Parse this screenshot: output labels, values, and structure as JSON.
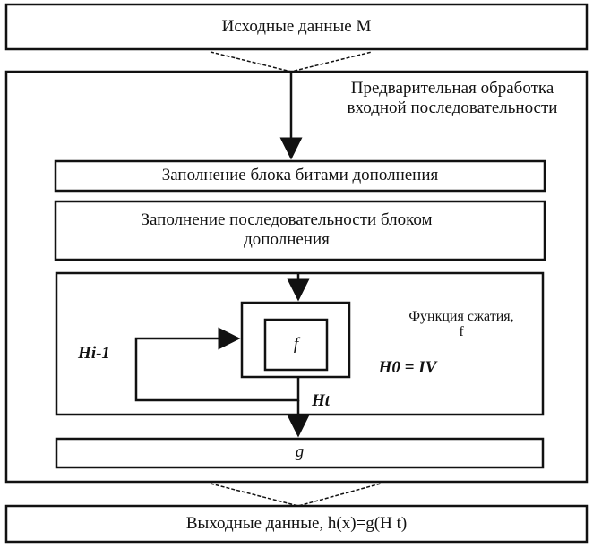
{
  "input_label": "Исходные данные M",
  "preprocessing_label": "Предварительная обработка входной последовательности",
  "padding_bits_label": "Заполнение блока битами дополнения",
  "padding_block_label": "Заполнение последовательности блоком дополнения",
  "f_label": "f",
  "compression_label": "Функция сжатия, f",
  "h_prev_label": "Hi-1",
  "h0_label": "H0 = IV",
  "ht_label": "Ht",
  "g_label": "g",
  "output_label": "Выходные данные, h(x)=g(H t)"
}
